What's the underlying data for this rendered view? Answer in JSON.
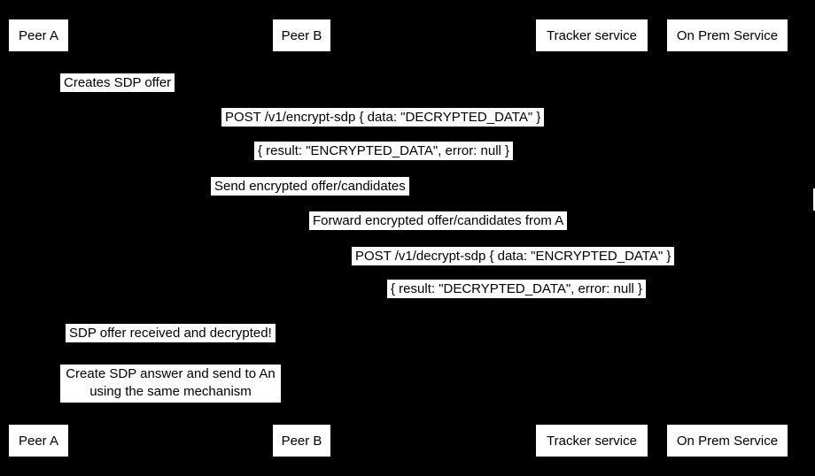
{
  "diagram_type": "sequence-diagram",
  "colors": {
    "background": "#000000",
    "box_fill": "#ffffff",
    "box_text": "#000000"
  },
  "actors": [
    {
      "label": "Peer A"
    },
    {
      "label": "Peer B"
    },
    {
      "label": "Tracker service"
    },
    {
      "label": "On Prem Service"
    }
  ],
  "messages": [
    {
      "text": "Creates SDP offer"
    },
    {
      "text": "POST /v1/encrypt-sdp { data: \"DECRYPTED_DATA\" }"
    },
    {
      "text": "{ result: \"ENCRYPTED_DATA\", error: null }"
    },
    {
      "text": "Send encrypted offer/candidates"
    },
    {
      "text": "Forward encrypted offer/candidates from A"
    },
    {
      "text": "POST /v1/decrypt-sdp { data: \"ENCRYPTED_DATA\" }"
    },
    {
      "text": "{ result: \"DECRYPTED_DATA\", error: null }"
    },
    {
      "text": "SDP offer received and decrypted!"
    }
  ],
  "note": {
    "line1": "Create SDP answer and send to An",
    "line2": "using the same mechanism"
  }
}
